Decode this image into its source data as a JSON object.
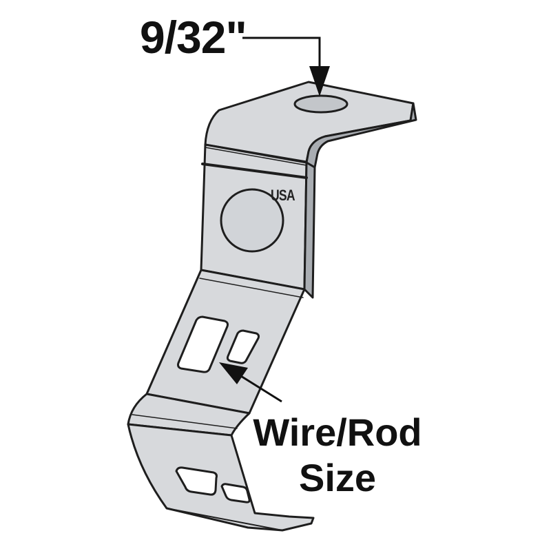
{
  "labels": {
    "hole_size": "9/32\"",
    "wire_rod_line1": "Wire/Rod",
    "wire_rod_line2": "Size",
    "stamp": "USA"
  },
  "colors": {
    "metal_face": "#d7d9dc",
    "metal_edge": "#a9adb2",
    "outline": "#1e1e1e",
    "text": "#111111"
  }
}
